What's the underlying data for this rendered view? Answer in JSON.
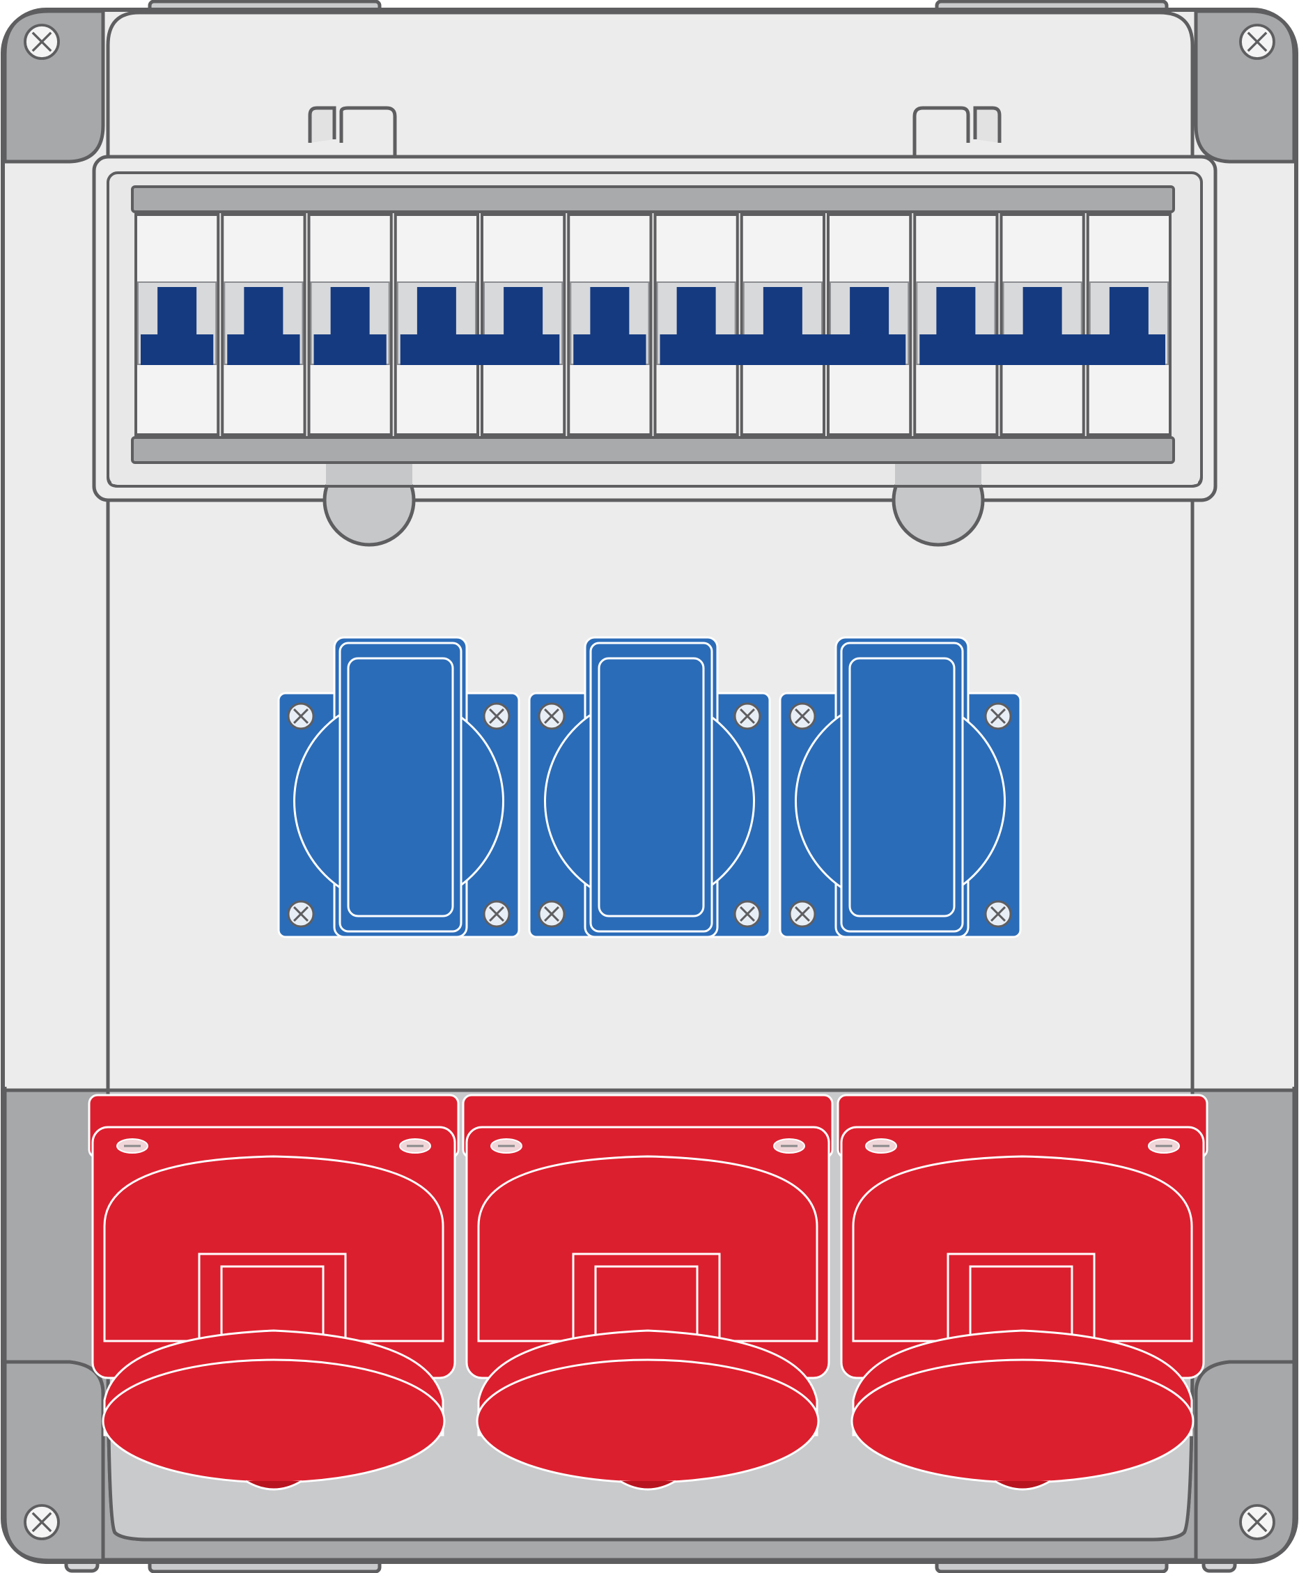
{
  "diagram": {
    "subject": "distribution-board",
    "colors": {
      "housing_outline": "#5e5e60",
      "housing_body": "#ececed",
      "housing_corner": "#a7a8aa",
      "housing_strip": "#c9cacc",
      "din_rail": "#a9aaac",
      "breaker_body": "#f3f3f4",
      "breaker_toggle": "#153a80",
      "schuko_blue": "#2b6cb8",
      "cee_red": "#dc1f2e",
      "cee_red_dark": "#b8141f",
      "screw_fill": "#f4f4f4"
    },
    "breakers": {
      "pole_count": 12,
      "groups": [
        1,
        1,
        1,
        2,
        1,
        3,
        3
      ]
    },
    "schuko_sockets": [
      {
        "id": "schuko-1"
      },
      {
        "id": "schuko-2"
      },
      {
        "id": "schuko-3"
      }
    ],
    "cee_sockets": [
      {
        "id": "cee-1"
      },
      {
        "id": "cee-2"
      },
      {
        "id": "cee-3"
      }
    ],
    "corner_screws": 4
  }
}
